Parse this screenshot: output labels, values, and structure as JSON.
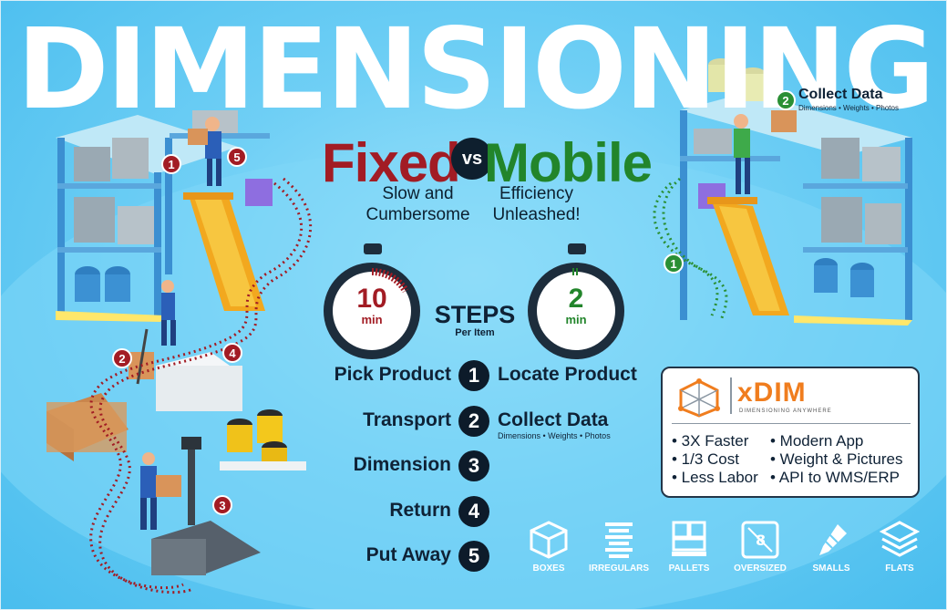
{
  "title": "DIMENSIONING",
  "comparison": {
    "fixed": "Fixed",
    "vs": "vs",
    "mobile": "Mobile",
    "fixed_sub_1": "Slow and",
    "fixed_sub_2": "Cumbersome",
    "mobile_sub_1": "Efficiency",
    "mobile_sub_2": "Unleashed!"
  },
  "timers": {
    "fixed_value": "10",
    "fixed_unit": "min",
    "mobile_value": "2",
    "mobile_unit": "min",
    "steps_label": "STEPS",
    "per_item": "Per Item"
  },
  "fixed_steps": [
    {
      "num": "1",
      "label": "Pick Product"
    },
    {
      "num": "2",
      "label": "Transport"
    },
    {
      "num": "3",
      "label": "Dimension"
    },
    {
      "num": "4",
      "label": "Return"
    },
    {
      "num": "5",
      "label": "Put Away"
    }
  ],
  "mobile_steps": [
    {
      "label": "Locate Product",
      "detail": ""
    },
    {
      "label": "Collect Data",
      "detail": "Dimensions  • Weights  • Photos"
    }
  ],
  "mobile_callout": {
    "num": "2",
    "label": "Collect Data",
    "detail": "Dimensions • Weights • Photos"
  },
  "markers": {
    "left": [
      "1",
      "5",
      "2",
      "4",
      "3"
    ],
    "right": [
      "1"
    ]
  },
  "xdim": {
    "logo_text": "xDIM",
    "logo_tag": "DIMENSIONING ANYWHERE",
    "features_left": [
      "• 3X Faster",
      "• 1/3 Cost",
      "• Less Labor"
    ],
    "features_right": [
      "• Modern App",
      "• Weight & Pictures",
      "• API to WMS/ERP"
    ]
  },
  "categories": [
    "BOXES",
    "IRREGULARS",
    "PALLETS",
    "OVERSIZED",
    "SMALLS",
    "FLATS"
  ],
  "colors": {
    "fixed_red": "#a21c24",
    "mobile_green": "#22852b",
    "background": "#6fcff5",
    "dark": "#0d1b2a"
  }
}
